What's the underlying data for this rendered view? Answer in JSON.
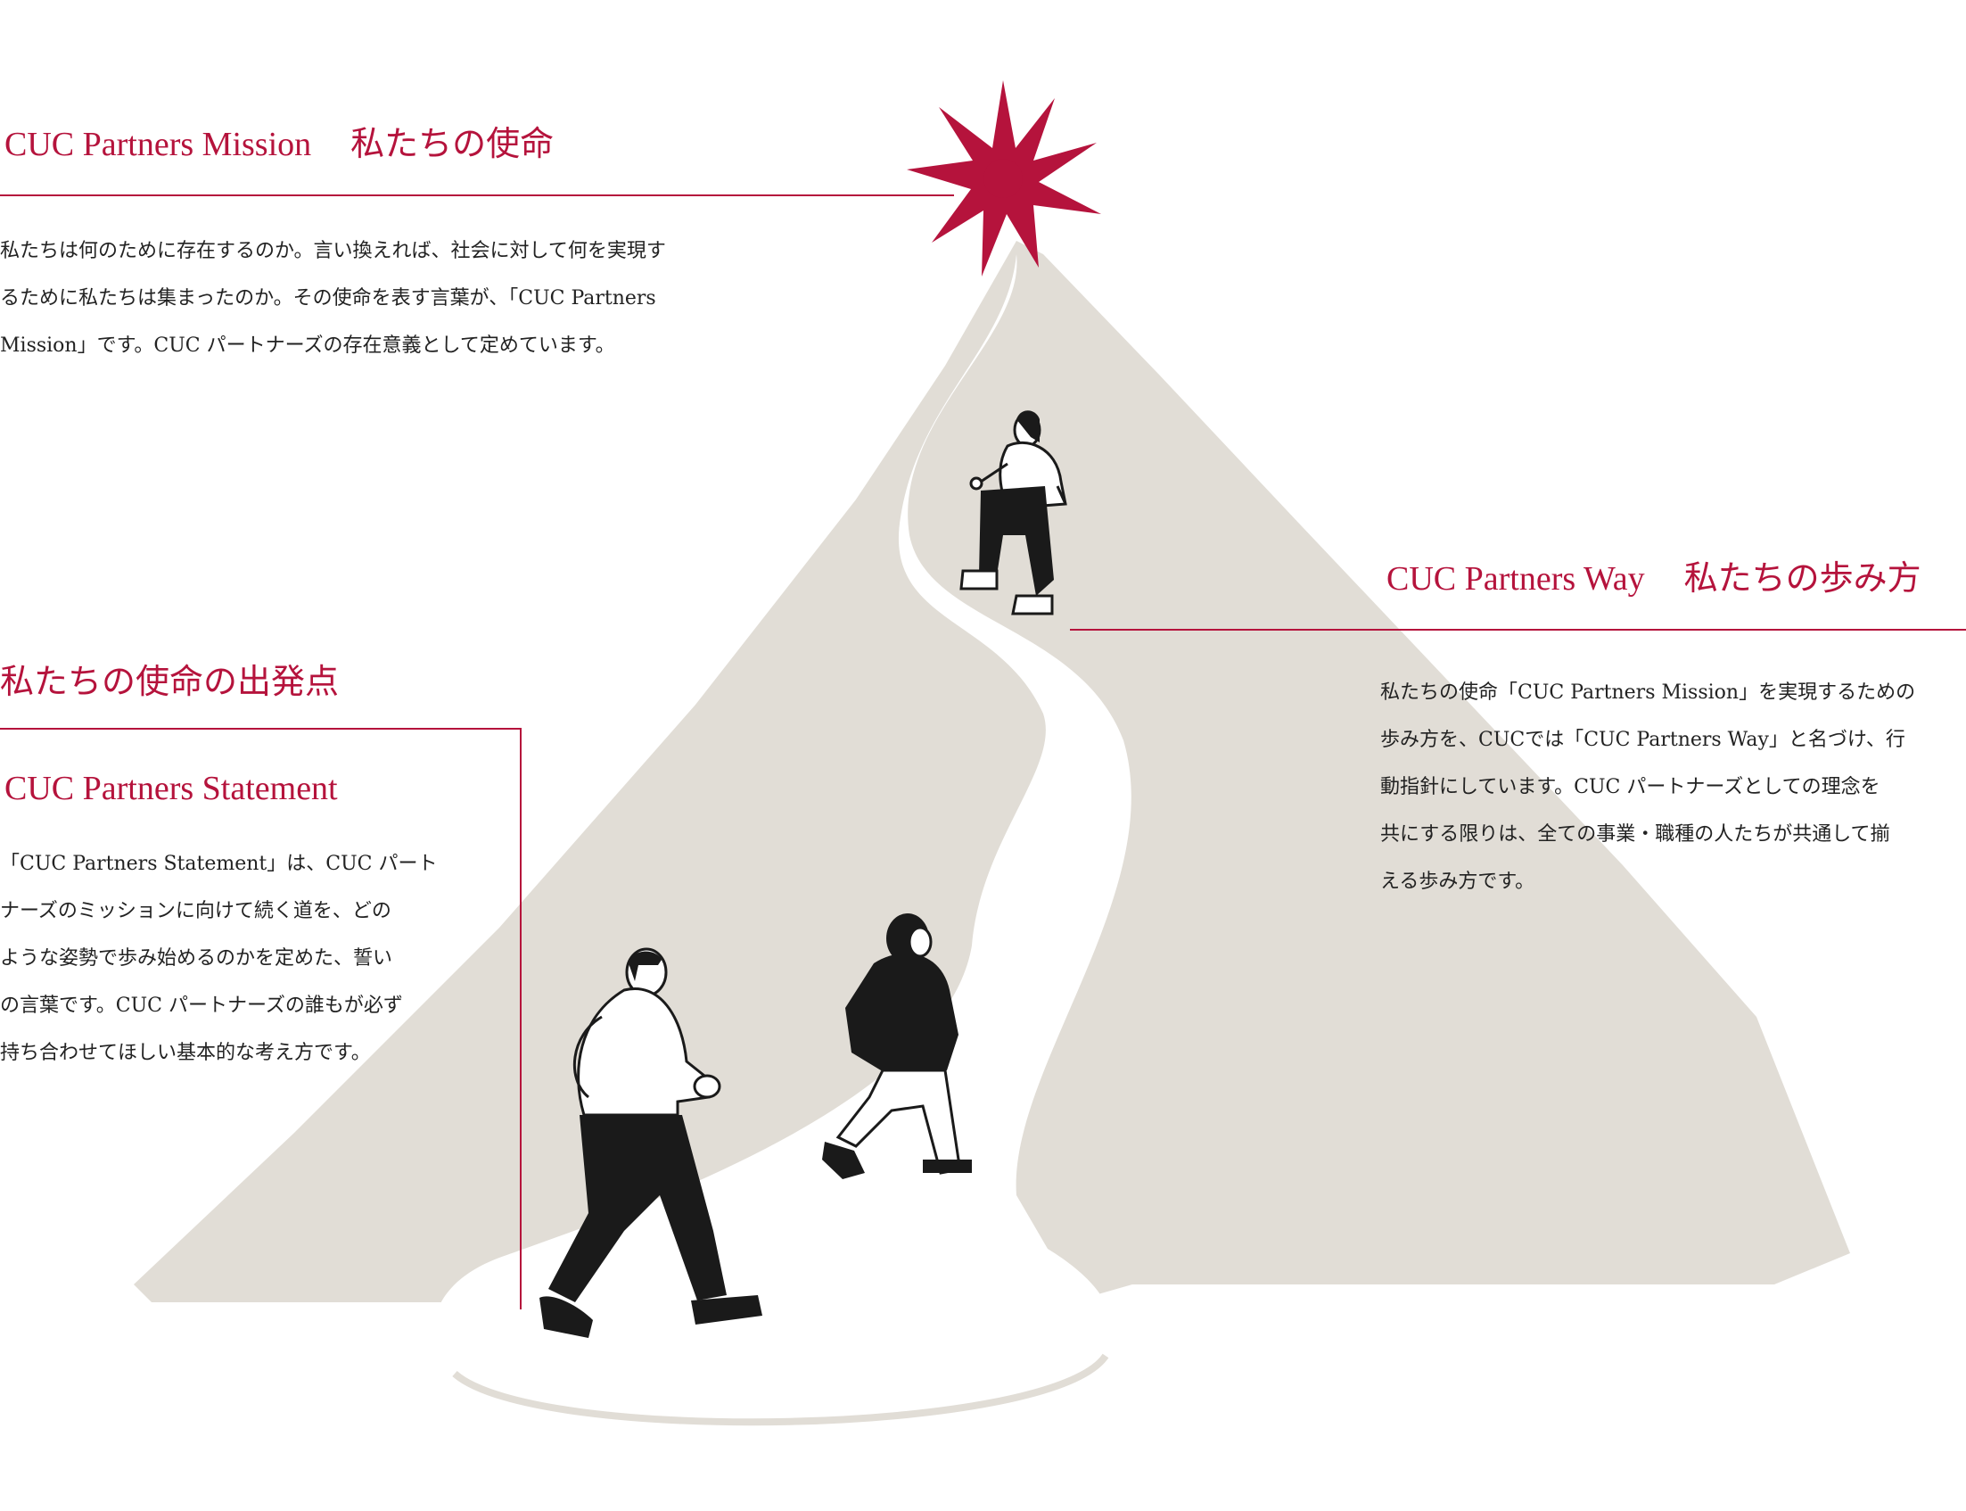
{
  "colors": {
    "accent": "#b5133c",
    "mountain": "#e1ddd6",
    "path": "#ffffff",
    "text": "#222222"
  },
  "mission": {
    "title_en": "CUC Partners Mission",
    "title_jp": "私たちの使命",
    "lines": [
      "私たちは何のために存在するのか。言い換えれば、社会に対して何を実現す",
      "るために私たちは集まったのか。その使命を表す言葉が、「CUC Partners",
      "Mission」です。CUC パートナーズの存在意義として定めています。"
    ]
  },
  "origin": {
    "title": "私たちの使命の出発点"
  },
  "statement": {
    "title": "CUC Partners Statement",
    "lines": [
      "「CUC Partners Statement」は、CUC パート",
      "ナーズのミッションに向けて続く道を、どの",
      "ような姿勢で歩み始めるのかを定めた、誓い",
      "の言葉です。CUC パートナーズの誰もが必ず",
      "持ち合わせてほしい基本的な考え方です。"
    ]
  },
  "way": {
    "title_en": "CUC Partners Way",
    "title_jp": "私たちの歩み方",
    "lines": [
      "私たちの使命「CUC Partners Mission」を実現するための",
      "歩み方を、CUCでは「CUC Partners Way」と名づけ、行",
      "動指針にしています。CUC パートナーズとしての理念を",
      "共にする限りは、全ての事業・職種の人たちが共通して揃",
      "える歩み方です。"
    ]
  },
  "illustration": {
    "icons": [
      "star-icon",
      "mountain",
      "winding-path",
      "climber-top",
      "walker-dark",
      "walker-front"
    ]
  }
}
